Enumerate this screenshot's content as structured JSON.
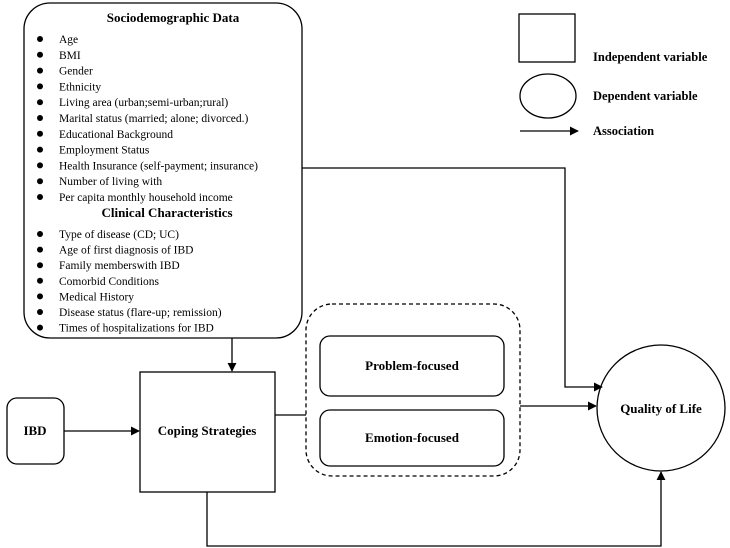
{
  "legend": {
    "independent": "Independent variable",
    "dependent": "Dependent variable",
    "association": "Association"
  },
  "sociodemographic": {
    "title": "Sociodemographic Data",
    "items": [
      "Age",
      "BMI",
      "Gender",
      "Ethnicity",
      "Living area (urban;semi-urban;rural)",
      "Marital status (married; alone; divorced.)",
      "Educational Background",
      "Employment Status",
      "Health Insurance (self-payment; insurance)",
      "Number of living with",
      "Per capita monthly household income"
    ]
  },
  "clinical": {
    "title": "Clinical Characteristics",
    "items": [
      "Type of disease (CD; UC)",
      "Age of first diagnosis of IBD",
      "Family memberswith IBD",
      "Comorbid Conditions",
      "Medical History",
      "Disease status (flare-up; remission)",
      "Times of hospitalizations for IBD"
    ]
  },
  "nodes": {
    "ibd": "IBD",
    "coping": "Coping Strategies",
    "problem": "Problem-focused",
    "emotion": "Emotion-focused",
    "qol": "Quality of Life"
  }
}
